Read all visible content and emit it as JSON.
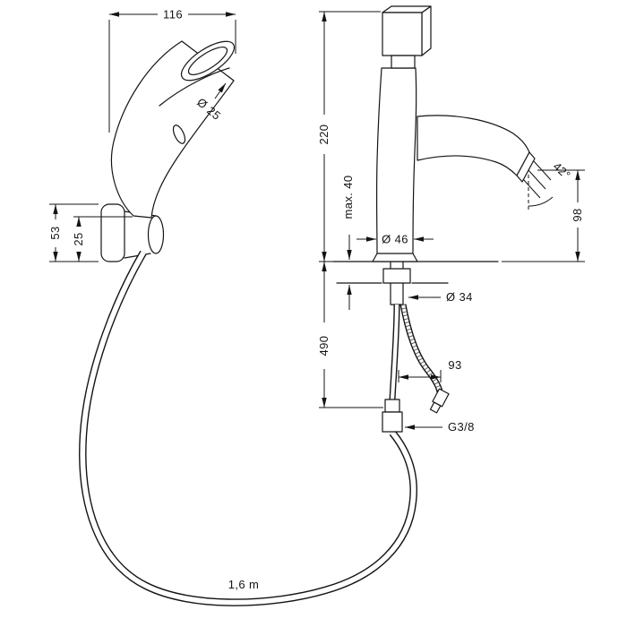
{
  "labels": {
    "width_116": "116",
    "diameter_25": "Ø 25",
    "holder_53": "53",
    "holder_25": "25",
    "height_220": "220",
    "max_40": "max. 40",
    "diameter_46": "Ø 46",
    "angle_42": "42°",
    "height_98": "98",
    "length_490": "490",
    "diameter_34": "Ø 34",
    "offset_93": "93",
    "thread_g38": "G3/8",
    "hose_length": "1,6 m"
  },
  "colors": {
    "line": "#141414",
    "background": "#ffffff"
  }
}
